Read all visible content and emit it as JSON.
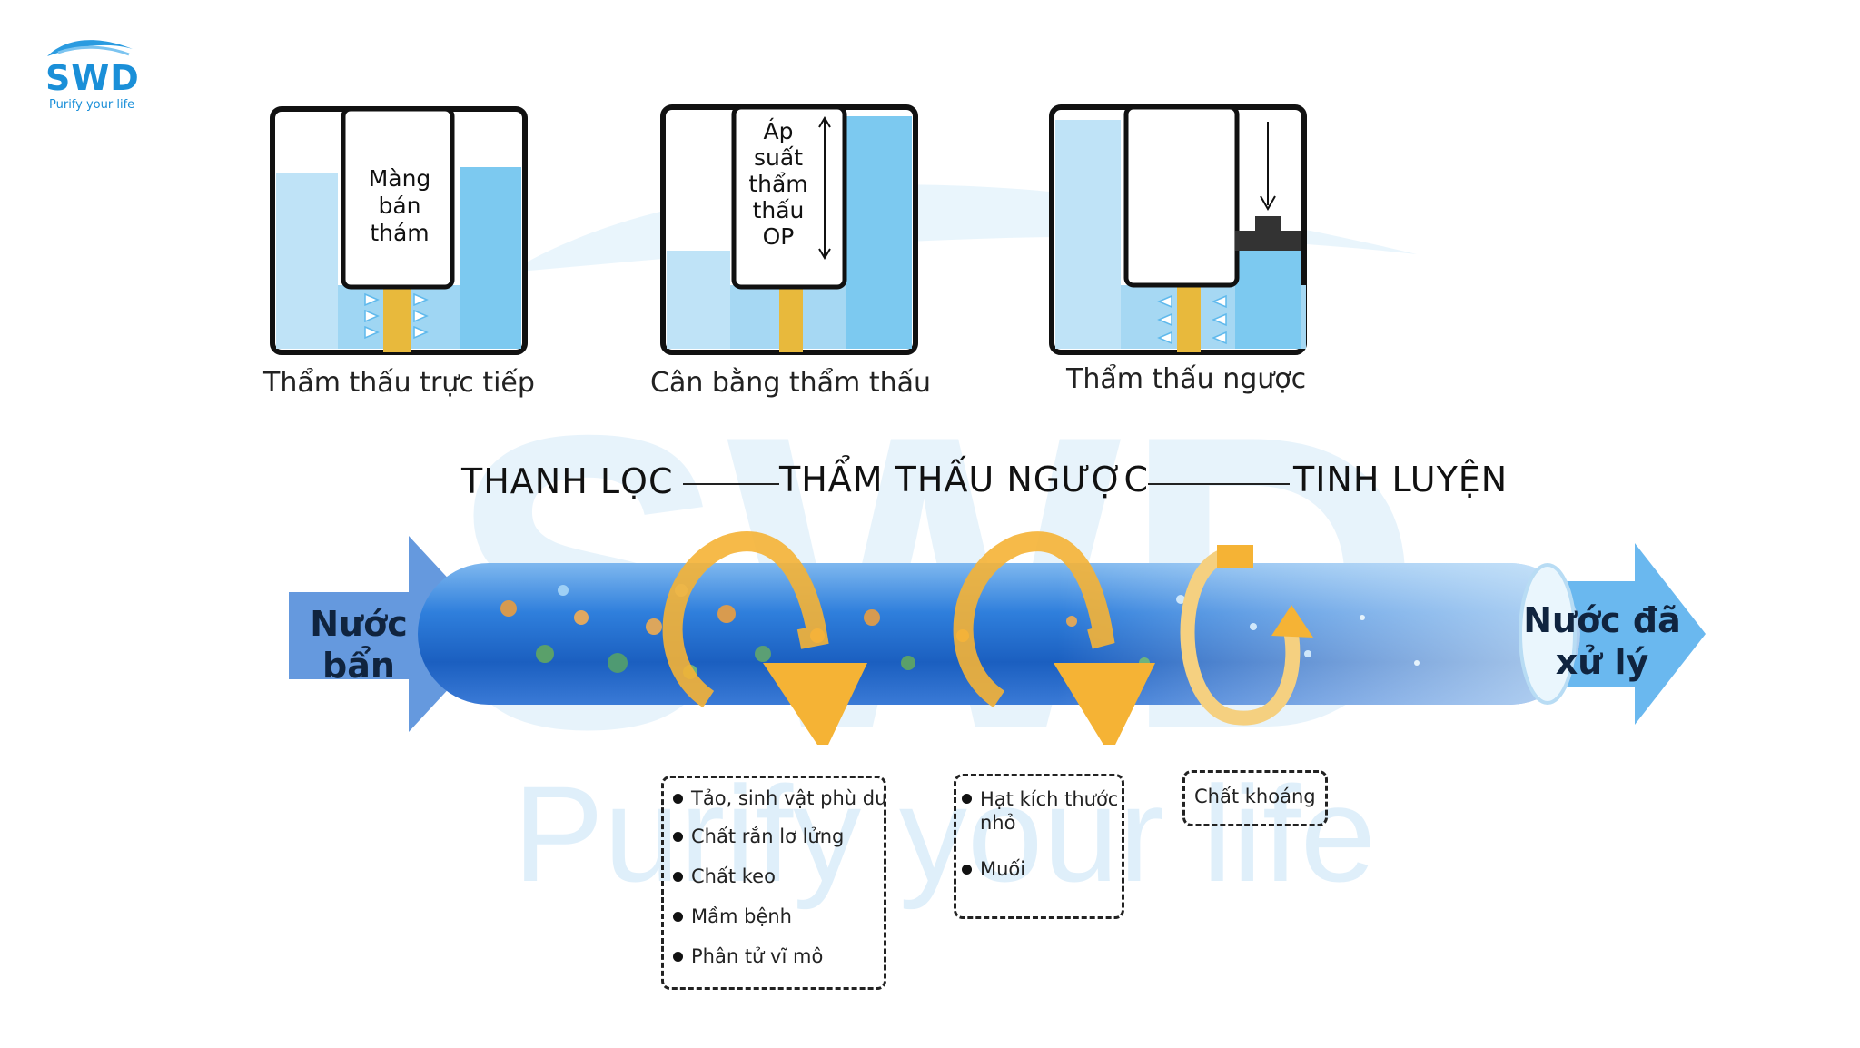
{
  "logo": {
    "brand": "SWD",
    "tagline": "Purify your life"
  },
  "watermark": {
    "brand": "SWD",
    "tagline": "Purify your life"
  },
  "osmosis": {
    "direct": {
      "caption": "Thẩm thấu trực tiếp",
      "membrane_label": "Màng\nbán\nthám"
    },
    "equilibrium": {
      "caption": "Cân bằng thẩm thấu",
      "pressure_label": "Áp\nsuất\nthẩm\nthấu\nOP"
    },
    "reverse": {
      "caption": "Thẩm thấu ngược"
    }
  },
  "stages": {
    "stage1": "THANH LỌC",
    "stage2": "THẨM THẤU NGƯỢC",
    "stage3": "TINH LUYỆN"
  },
  "flow": {
    "input": "Nước\nbẩn",
    "output": "Nước đã\nxử lý"
  },
  "removed_box1": [
    "Tảo, sinh vật phù du",
    "Chất rắn lơ lửng",
    "Chất keo",
    "Mầm bệnh",
    "Phân tử vĩ mô"
  ],
  "removed_box2": [
    "Hạt kích thước\nnhỏ",
    "Muối"
  ],
  "added_box3": [
    "Chất khoáng"
  ],
  "colors": {
    "water": "#9fd4f2",
    "pipe": "#1f6fd0",
    "arrow_orange": "#f5b335",
    "brand": "#1a8fd8"
  }
}
